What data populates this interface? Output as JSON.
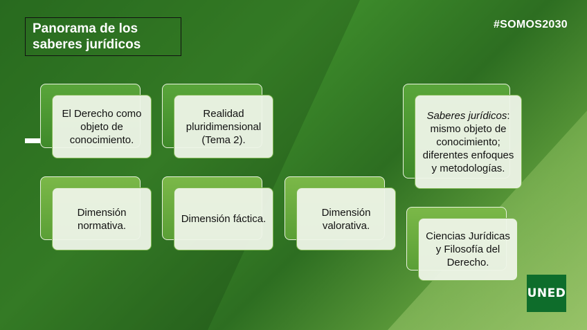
{
  "slide": {
    "title": "Panorama de los saberes jurídicos",
    "hashtag": "#SOMOS2030",
    "logo": "UNED"
  },
  "boxes": {
    "derecho": "El Derecho como objeto de conocimiento.",
    "realidad": "Realidad pluridimensional (Tema 2).",
    "normativa": "Dimensión normativa.",
    "factica": "Dimensión fáctica.",
    "valorativa": "Dimensión valorativa.",
    "saberes_italic": "Saberes jurídicos",
    "saberes_rest": ": mismo objeto de conocimiento; diferentes enfoques y metodologías.",
    "ciencias": "Ciencias Jurídicas y Filosofía del Derecho."
  },
  "colors": {
    "background": "#3f8f2c",
    "card_back": "#4f9a33",
    "card_front": "#eef4e8",
    "logo_bg": "#0e6d2b"
  }
}
